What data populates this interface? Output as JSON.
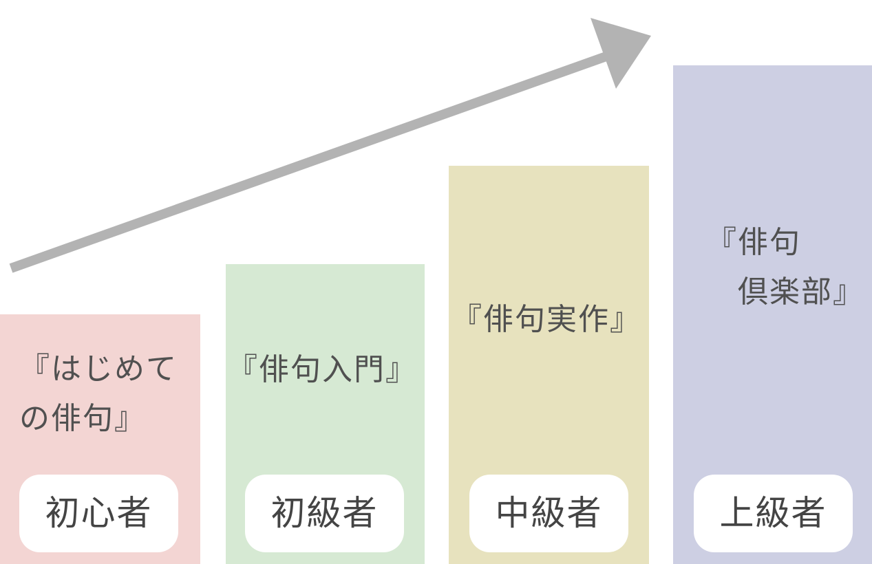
{
  "diagram": {
    "arrow_color": "#b3b3b3",
    "steps": [
      {
        "level": "初心者",
        "course": "『はじめて\nの俳句』",
        "color": "#f3d5d3"
      },
      {
        "level": "初級者",
        "course": "『俳句入門』",
        "color": "#d6e9d3"
      },
      {
        "level": "中級者",
        "course": "『俳句実作』",
        "color": "#e7e2be"
      },
      {
        "level": "上級者",
        "course": "『俳句\n　倶楽部』",
        "color": "#cdcfe3"
      }
    ]
  }
}
